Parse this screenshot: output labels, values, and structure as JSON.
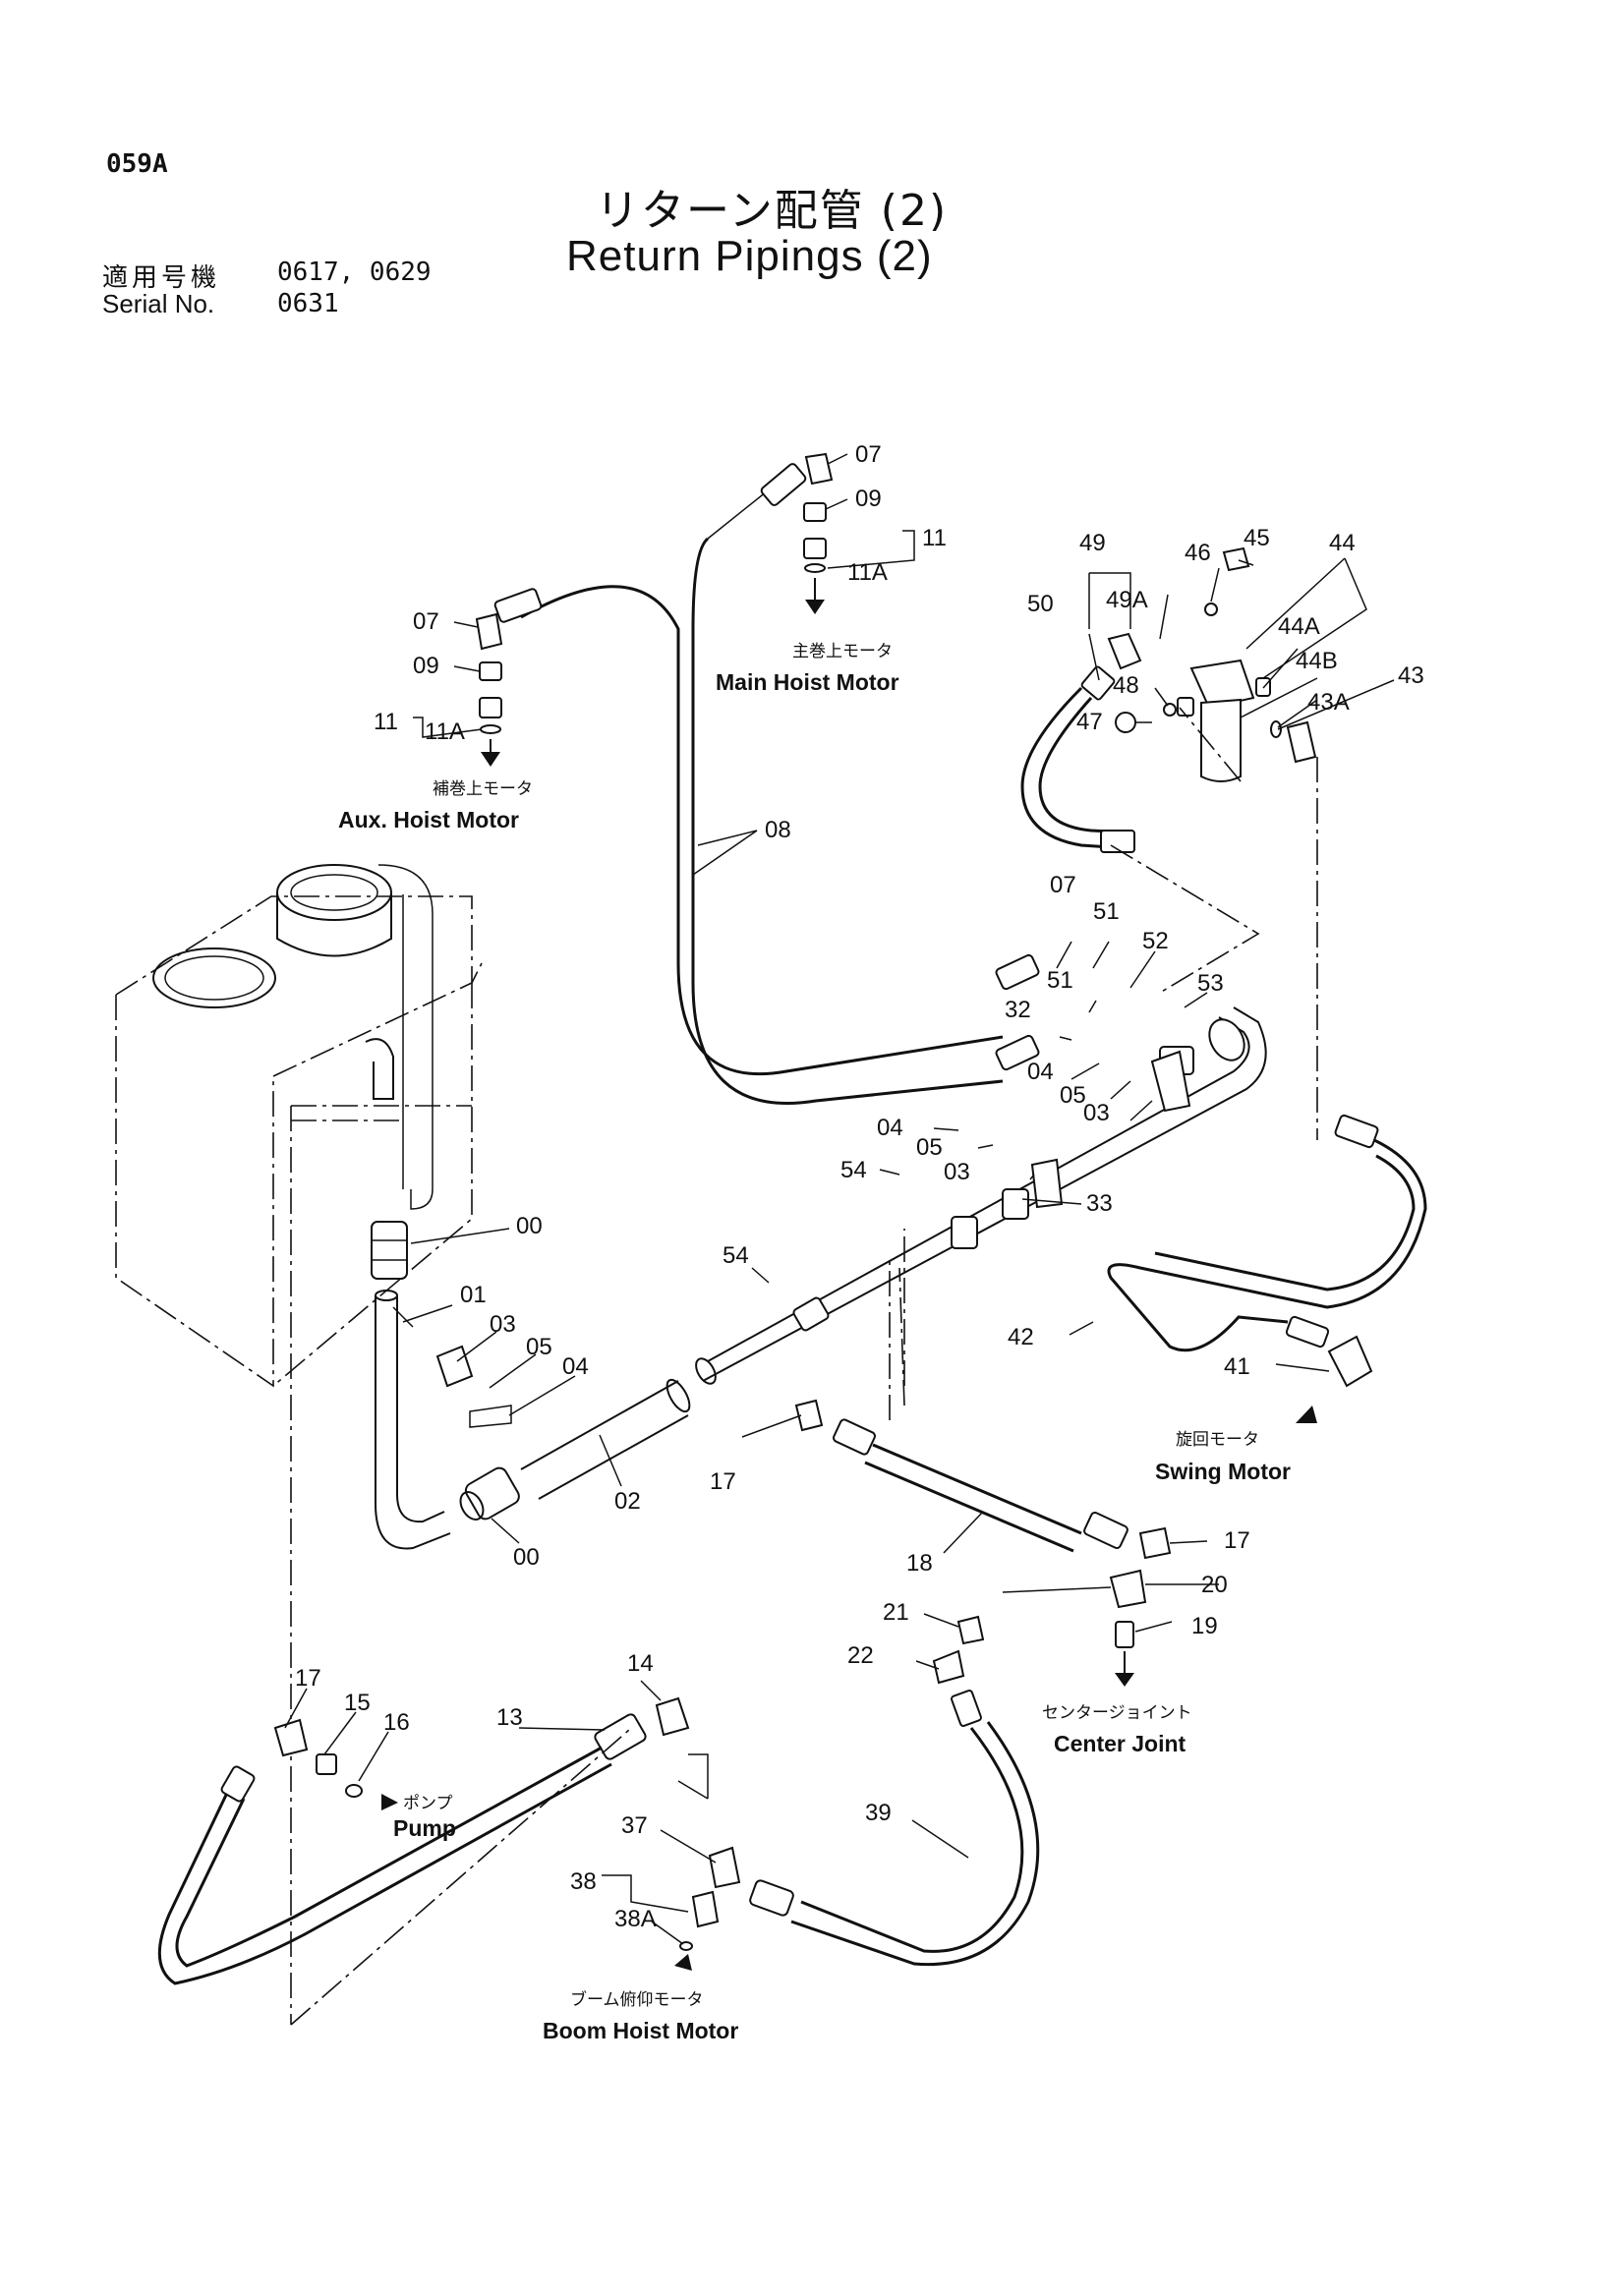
{
  "header": {
    "page_code": "059A",
    "title_jp": "リターン配管 (2)",
    "title_en": "Return Pipings (2)",
    "serial_label_jp": "適用号機",
    "serial_label_en": "Serial No.",
    "serial_values_line1": "0617, 0629",
    "serial_values_line2": "0631"
  },
  "destinations": {
    "main_hoist_jp": "主巻上モータ",
    "main_hoist_en": "Main Hoist Motor",
    "aux_hoist_jp": "補巻上モータ",
    "aux_hoist_en": "Aux. Hoist Motor",
    "swing_jp": "旋回モータ",
    "swing_en": "Swing Motor",
    "center_joint_jp": "センタージョイント",
    "center_joint_en": "Center Joint",
    "pump_jp": "ポンプ",
    "pump_en": "Pump",
    "boom_hoist_jp": "ブーム俯仰モータ",
    "boom_hoist_en": "Boom Hoist Motor"
  },
  "part_numbers": {
    "p07a": "07",
    "p09a": "09",
    "p11a": "11",
    "p11Aa": "11A",
    "p07b": "07",
    "p09b": "09",
    "p11b": "11",
    "p11Ab": "11A",
    "p08": "08",
    "p49": "49",
    "p49A": "49A",
    "p46": "46",
    "p45": "45",
    "p44": "44",
    "p44A": "44A",
    "p44B": "44B",
    "p50": "50",
    "p48": "48",
    "p47": "47",
    "p43": "43",
    "p43A": "43A",
    "p07c": "07",
    "p51a": "51",
    "p51b": "51",
    "p52": "52",
    "p53": "53",
    "p32": "32",
    "p04a": "04",
    "p05a": "05",
    "p03a": "03",
    "p04b": "04",
    "p05b": "05",
    "p03b": "03",
    "p33": "33",
    "p54a": "54",
    "p54b": "54",
    "p00a": "00",
    "p01": "01",
    "p03c": "03",
    "p05c": "05",
    "p04c": "04",
    "p02": "02",
    "p00b": "00",
    "p42": "42",
    "p41": "41",
    "p17a": "17",
    "p18": "18",
    "p17b": "17",
    "p20": "20",
    "p21": "21",
    "p19": "19",
    "p22": "22",
    "p14": "14",
    "p17c": "17",
    "p15": "15",
    "p16": "16",
    "p13": "13",
    "p39": "39",
    "p37": "37",
    "p38": "38",
    "p38A": "38A"
  }
}
